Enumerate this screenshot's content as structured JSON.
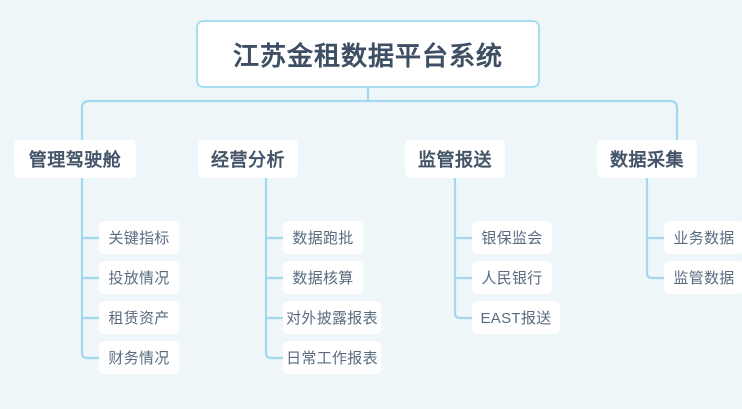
{
  "canvas": {
    "background_color": "#eef6f9",
    "connector_color": "#a3d9ee",
    "node_fill": "#ffffff",
    "root_border_color": "#a9dcf0",
    "root_text_color": "#3f4f63",
    "level2_text_color": "#455569",
    "leaf_text_color": "#5a6b80"
  },
  "chart_data": {
    "type": "diagram",
    "diagram_kind": "tree-orgchart",
    "orientation": "top-down",
    "title": "江苏金租数据平台系统",
    "levels": 3,
    "root": {
      "label": "江苏金租数据平台系统"
    },
    "branches": [
      {
        "label": "管理驾驶舱",
        "children": [
          "关键指标",
          "投放情况",
          "租赁资产",
          "财务情况"
        ]
      },
      {
        "label": "经营分析",
        "children": [
          "数据跑批",
          "数据核算",
          "对外披露报表",
          "日常工作报表"
        ]
      },
      {
        "label": "监管报送",
        "children": [
          "银保监会",
          "人民银行",
          "EAST报送"
        ]
      },
      {
        "label": "数据采集",
        "children": [
          "业务数据",
          "监管数据"
        ]
      }
    ]
  },
  "root": {
    "label": "江苏金租数据平台系统"
  },
  "branches": [
    {
      "label": "管理驾驶舱",
      "children": [
        {
          "label": "关键指标"
        },
        {
          "label": "投放情况"
        },
        {
          "label": "租赁资产"
        },
        {
          "label": "财务情况"
        }
      ]
    },
    {
      "label": "经营分析",
      "children": [
        {
          "label": "数据跑批"
        },
        {
          "label": "数据核算"
        },
        {
          "label": "对外披露报表"
        },
        {
          "label": "日常工作报表"
        }
      ]
    },
    {
      "label": "监管报送",
      "children": [
        {
          "label": "银保监会"
        },
        {
          "label": "人民银行"
        },
        {
          "label": "EAST报送"
        }
      ]
    },
    {
      "label": "数据采集",
      "children": [
        {
          "label": "业务数据"
        },
        {
          "label": "监管数据"
        }
      ]
    }
  ]
}
